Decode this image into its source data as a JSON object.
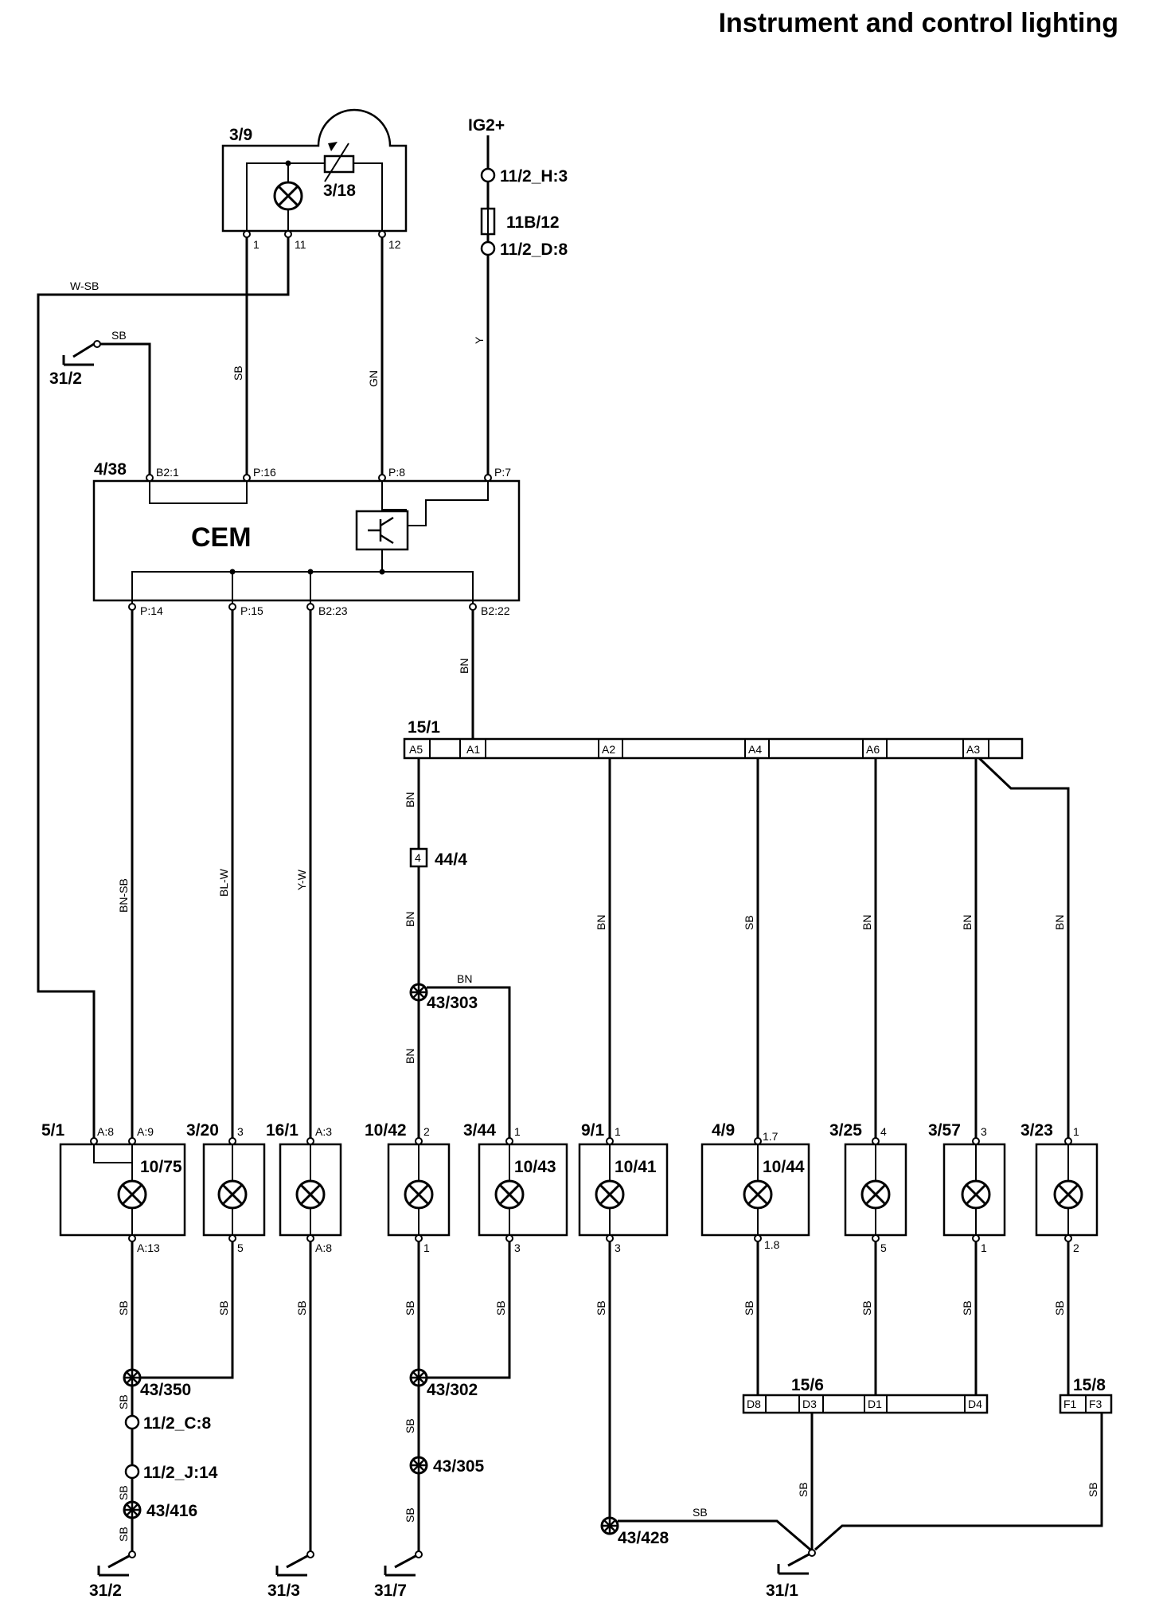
{
  "title": "Instrument and control lighting",
  "supply": {
    "label": "IG2+",
    "conn_top": "11/2_H:3",
    "fuse": "11B/12",
    "conn_bottom": "11/2_D:8",
    "wire": "Y"
  },
  "dimmer": {
    "id": "3/9",
    "rheostat": "3/18",
    "pins": [
      "1",
      "11",
      "12"
    ]
  },
  "cem": {
    "id": "4/38",
    "name": "CEM",
    "top_pins": [
      "B2:1",
      "P:16",
      "P:8",
      "P:7"
    ],
    "bottom_pins": [
      "P:14",
      "P:15",
      "B2:23",
      "B2:22"
    ]
  },
  "ground_top": "31/2",
  "wires_top": {
    "w_sb": "W-SB",
    "sb_gnd": "SB",
    "sb": "SB",
    "gn": "GN",
    "bn": "BN"
  },
  "wires_left": {
    "bn_sb": "BN-SB",
    "bl_w": "BL-W",
    "y_w": "Y-W"
  },
  "splice_top": {
    "id": "15/1",
    "pins": [
      "A5",
      "A1",
      "A2",
      "A4",
      "A6",
      "A3"
    ]
  },
  "wires_right": {
    "bn_a5": "BN",
    "bn_a2": "BN",
    "sb_a4": "SB",
    "bn_a6": "BN",
    "bn_a3a": "BN",
    "bn_a3b": "BN",
    "bn_mid": "BN",
    "bn_branch": "BN",
    "bn_low": "BN"
  },
  "conn_44_4": {
    "pin": "4",
    "id": "44/4"
  },
  "splice_303": "43/303",
  "components": [
    {
      "id": "5/1",
      "lamp": "10/75",
      "pin_top": "A:9",
      "pin_top2": "A:8",
      "pin_bottom": "A:13"
    },
    {
      "id": "3/20",
      "lamp": "",
      "pin_top": "3",
      "pin_bottom": "5"
    },
    {
      "id": "16/1",
      "lamp": "",
      "pin_top": "A:3",
      "pin_bottom": "A:8"
    },
    {
      "id": "10/42",
      "lamp": "",
      "pin_top": "2",
      "pin_bottom": "1"
    },
    {
      "id": "3/44",
      "lamp": "10/43",
      "pin_top": "1",
      "pin_bottom": "3"
    },
    {
      "id": "9/1",
      "lamp": "10/41",
      "pin_top": "1",
      "pin_bottom": "3"
    },
    {
      "id": "4/9",
      "lamp": "10/44",
      "pin_top": "1.7",
      "pin_bottom": "1.8"
    },
    {
      "id": "3/25",
      "lamp": "",
      "pin_top": "4",
      "pin_bottom": "5"
    },
    {
      "id": "3/57",
      "lamp": "",
      "pin_top": "3",
      "pin_bottom": "1"
    },
    {
      "id": "3/23",
      "lamp": "",
      "pin_top": "1",
      "pin_bottom": "2"
    }
  ],
  "wires_bottom": {
    "sb": "SB"
  },
  "splice_350": "43/350",
  "conn_c8": "11/2_C:8",
  "conn_j14": "11/2_J:14",
  "splice_416": "43/416",
  "splice_302": "43/302",
  "splice_305": "43/305",
  "splice_428": "43/428",
  "splice_15_6": {
    "id": "15/6",
    "pins": [
      "D8",
      "D3",
      "D1",
      "D4"
    ]
  },
  "splice_15_8": {
    "id": "15/8",
    "pins": [
      "F1",
      "F3"
    ]
  },
  "grounds_bottom": [
    "31/2",
    "31/3",
    "31/7",
    "31/1"
  ]
}
